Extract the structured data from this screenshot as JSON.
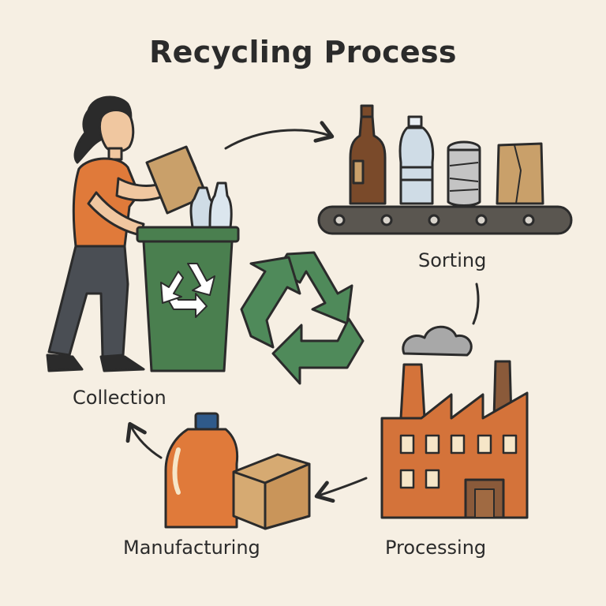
{
  "title": "Recycling Process",
  "steps": {
    "collection": "Collection",
    "sorting": "Sorting",
    "processing": "Processing",
    "manufacturing": "Manufacturing"
  },
  "colors": {
    "background": "#f6efe3",
    "bin_green": "#4a7f4f",
    "recycle_green": "#4f8a5a",
    "factory_orange": "#d4733a",
    "shirt_orange": "#e07a3a",
    "cardboard": "#c9a06a",
    "outline": "#2b2b2b"
  },
  "icons": [
    "person-icon",
    "recycling-bin-icon",
    "recycle-symbol-icon",
    "conveyor-belt-icon",
    "factory-icon",
    "detergent-bottle-icon",
    "cardboard-box-icon"
  ]
}
